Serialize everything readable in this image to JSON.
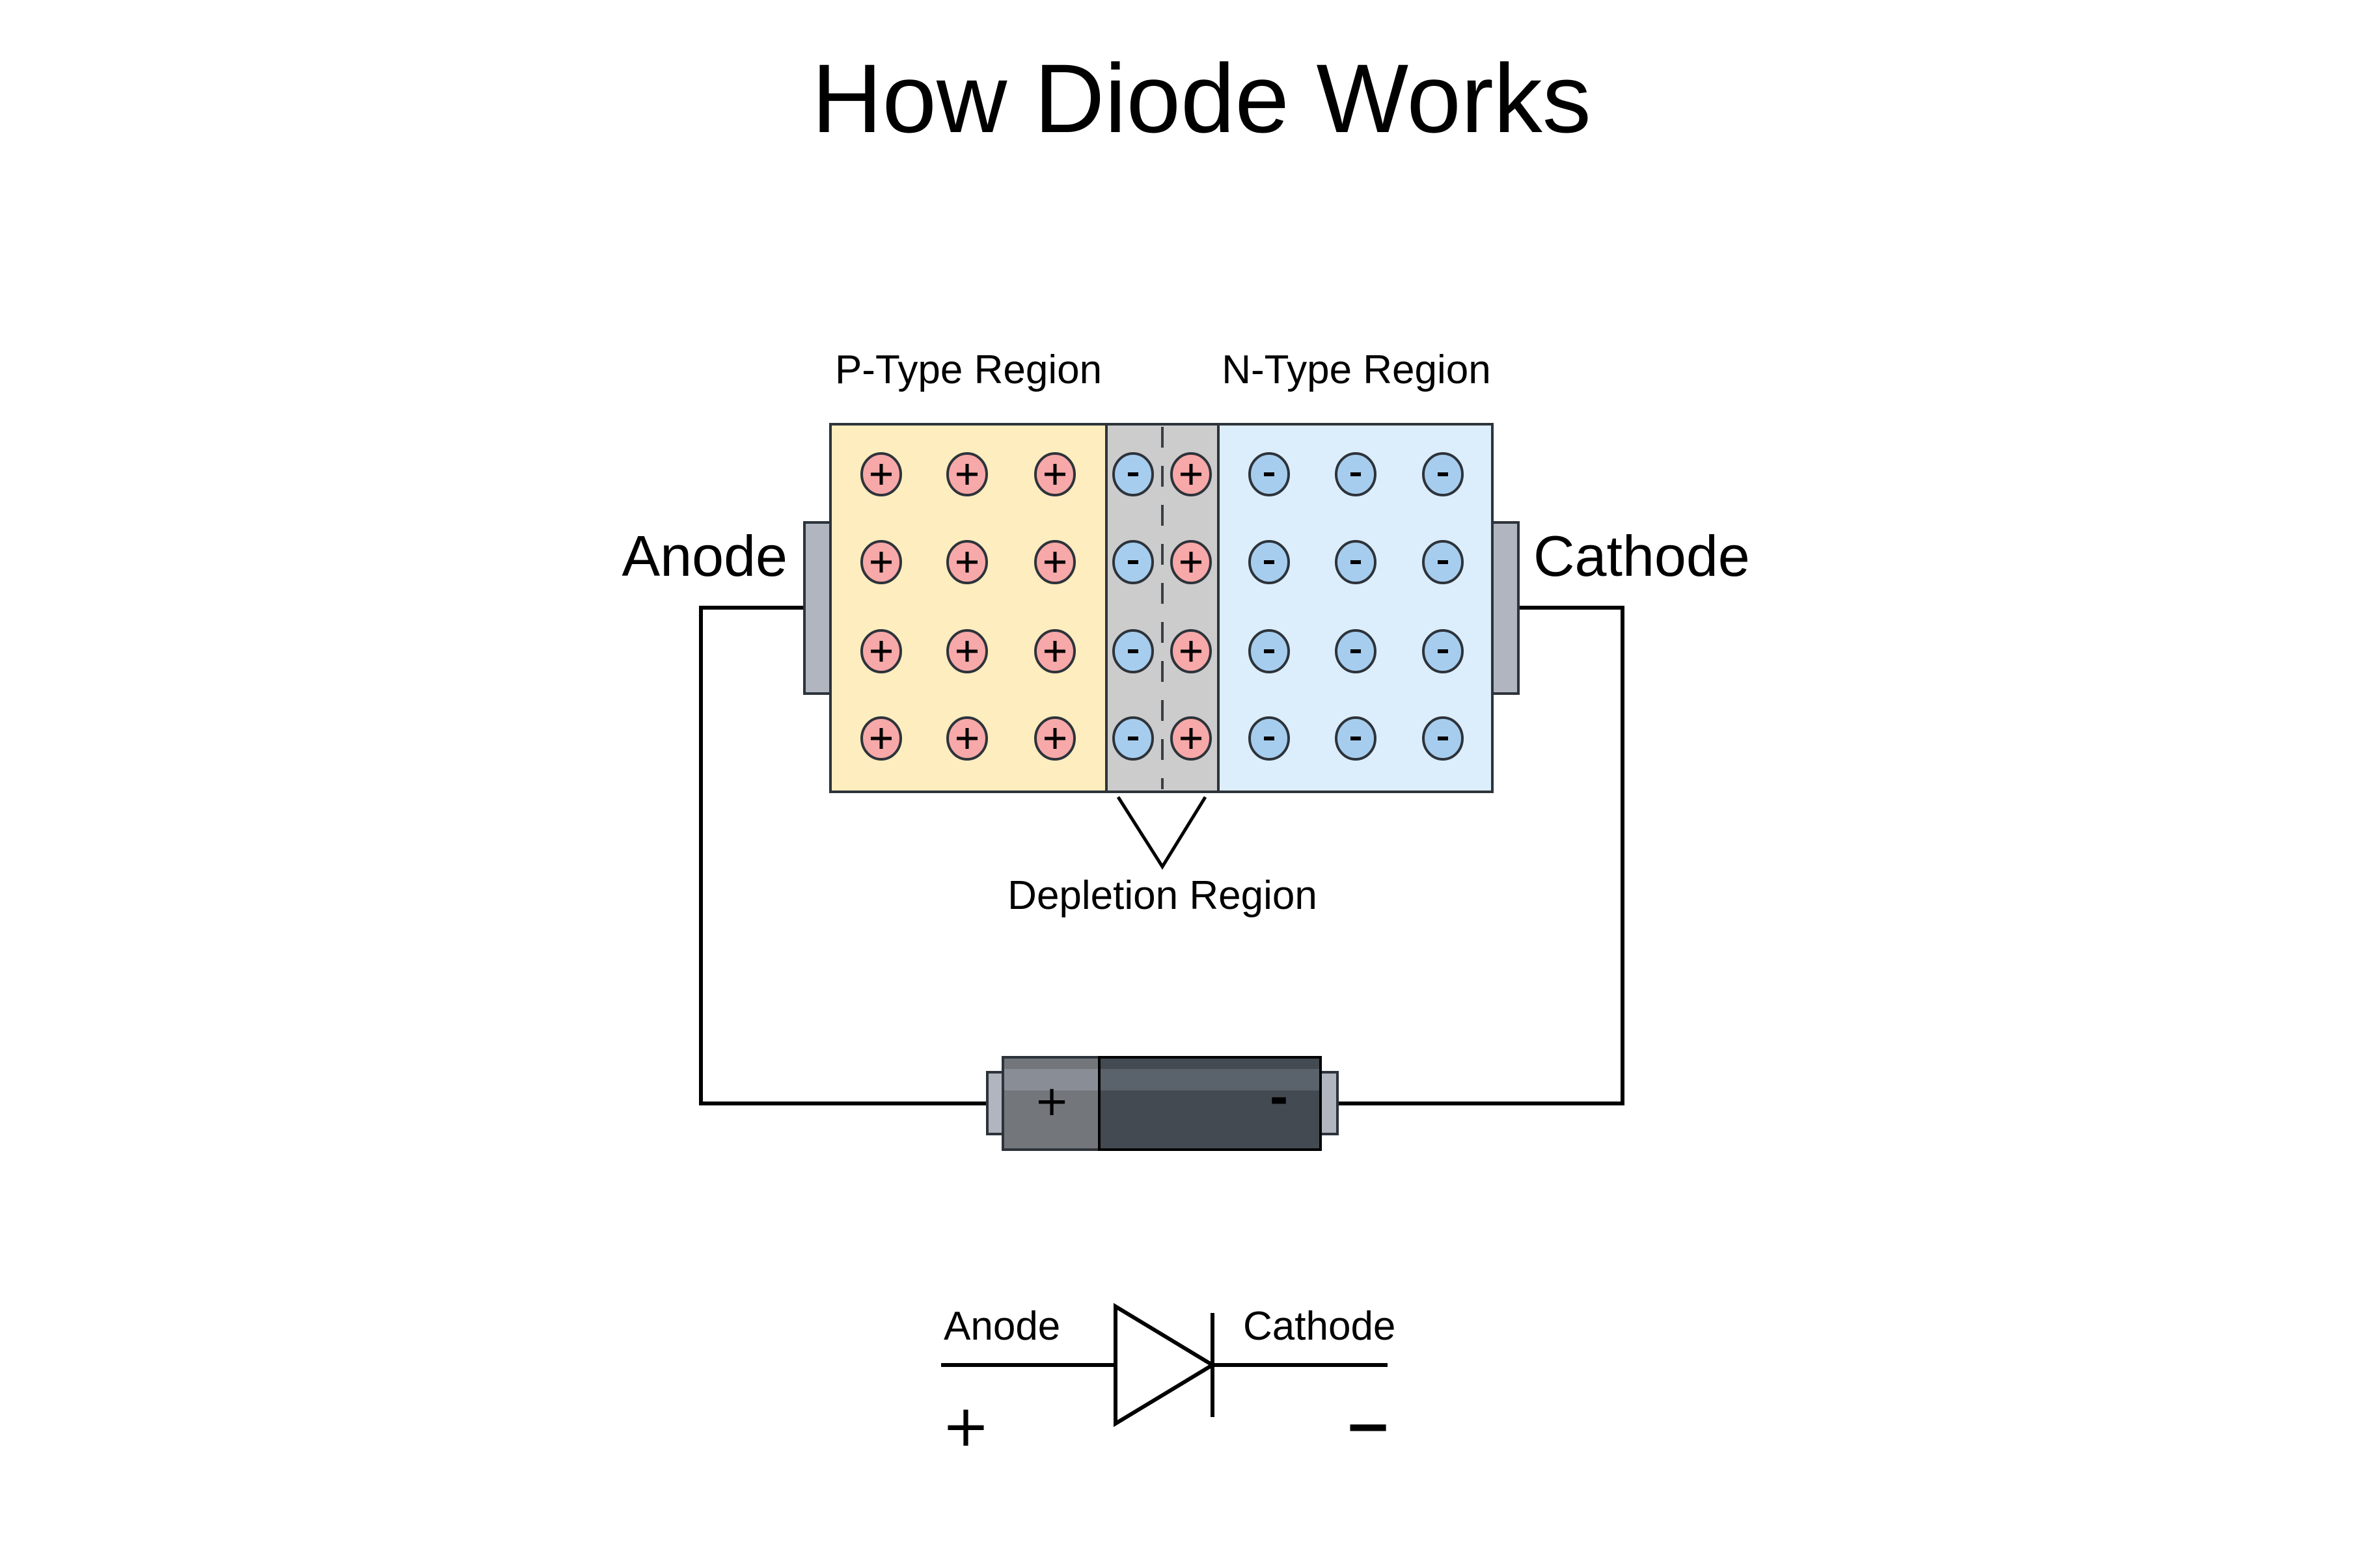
{
  "title": "How Diode Works",
  "labels": {
    "p_region": "P-Type Region",
    "n_region": "N-Type Region",
    "anode": "Anode",
    "cathode": "Cathode",
    "depletion_region": "Depletion Region"
  },
  "battery": {
    "positive_sign": "+",
    "negative_sign": "-"
  },
  "symbol": {
    "anode_label": "Anode",
    "cathode_label": "Cathode",
    "positive_sign": "+",
    "negative_sign": "−"
  },
  "regions": {
    "p_type": {
      "color": "#FDEDBF",
      "ion_columns": 3,
      "ion_rows": 4,
      "ion_charge": "+"
    },
    "depletion": {
      "color": "#CCCCCC",
      "ion_rows": 4,
      "ion_charges": [
        "-",
        "+"
      ]
    },
    "n_type": {
      "color": "#DCEEFC",
      "ion_columns": 3,
      "ion_rows": 4,
      "ion_charge": "-"
    }
  },
  "colors": {
    "positive_ion": "#F7A8A8",
    "negative_ion": "#A6CDEE",
    "terminal": "#B1B5C0",
    "outline": "#2D333A",
    "battery_positive": "#73777B",
    "battery_negative": "#434A51"
  }
}
